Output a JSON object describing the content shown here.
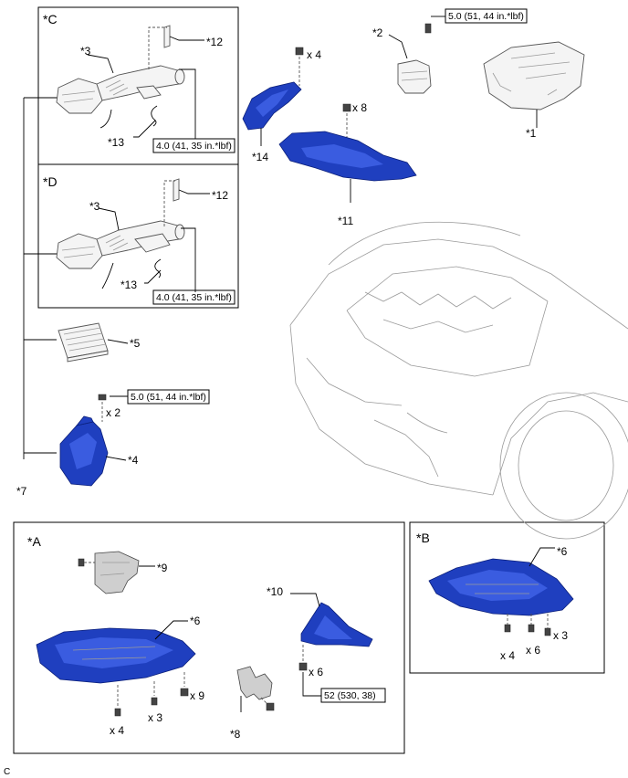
{
  "footer_code": "C",
  "groups": {
    "a": "*A",
    "b": "*B",
    "c": "*C",
    "d": "*D"
  },
  "callouts": {
    "p1": "*1",
    "p2": "*2",
    "p3c": "*3",
    "p3d": "*3",
    "p4": "*4",
    "p5": "*5",
    "p6a": "*6",
    "p6b": "*6",
    "p7": "*7",
    "p8": "*8",
    "p9": "*9",
    "p10": "*10",
    "p11": "*11",
    "p12c": "*12",
    "p12d": "*12",
    "p13c": "*13",
    "p13d": "*13",
    "p14": "*14"
  },
  "quantities": {
    "q_top4": "x 4",
    "q_top8": "x 8",
    "q_brk2": "x 2",
    "q_a4": "x 4",
    "q_a3": "x 3",
    "q_a9": "x 9",
    "q_a6": "x 6",
    "q_b4": "x 4",
    "q_b6": "x 6",
    "q_b3": "x 3"
  },
  "torques": {
    "t_top": "5.0 (51, 44 in.*lbf)",
    "t_c": "4.0 (41, 35 in.*lbf)",
    "t_d": "4.0 (41, 35 in.*lbf)",
    "t_brk": "5.0 (51, 44 in.*lbf)",
    "t_a": "52 (530, 38)"
  }
}
